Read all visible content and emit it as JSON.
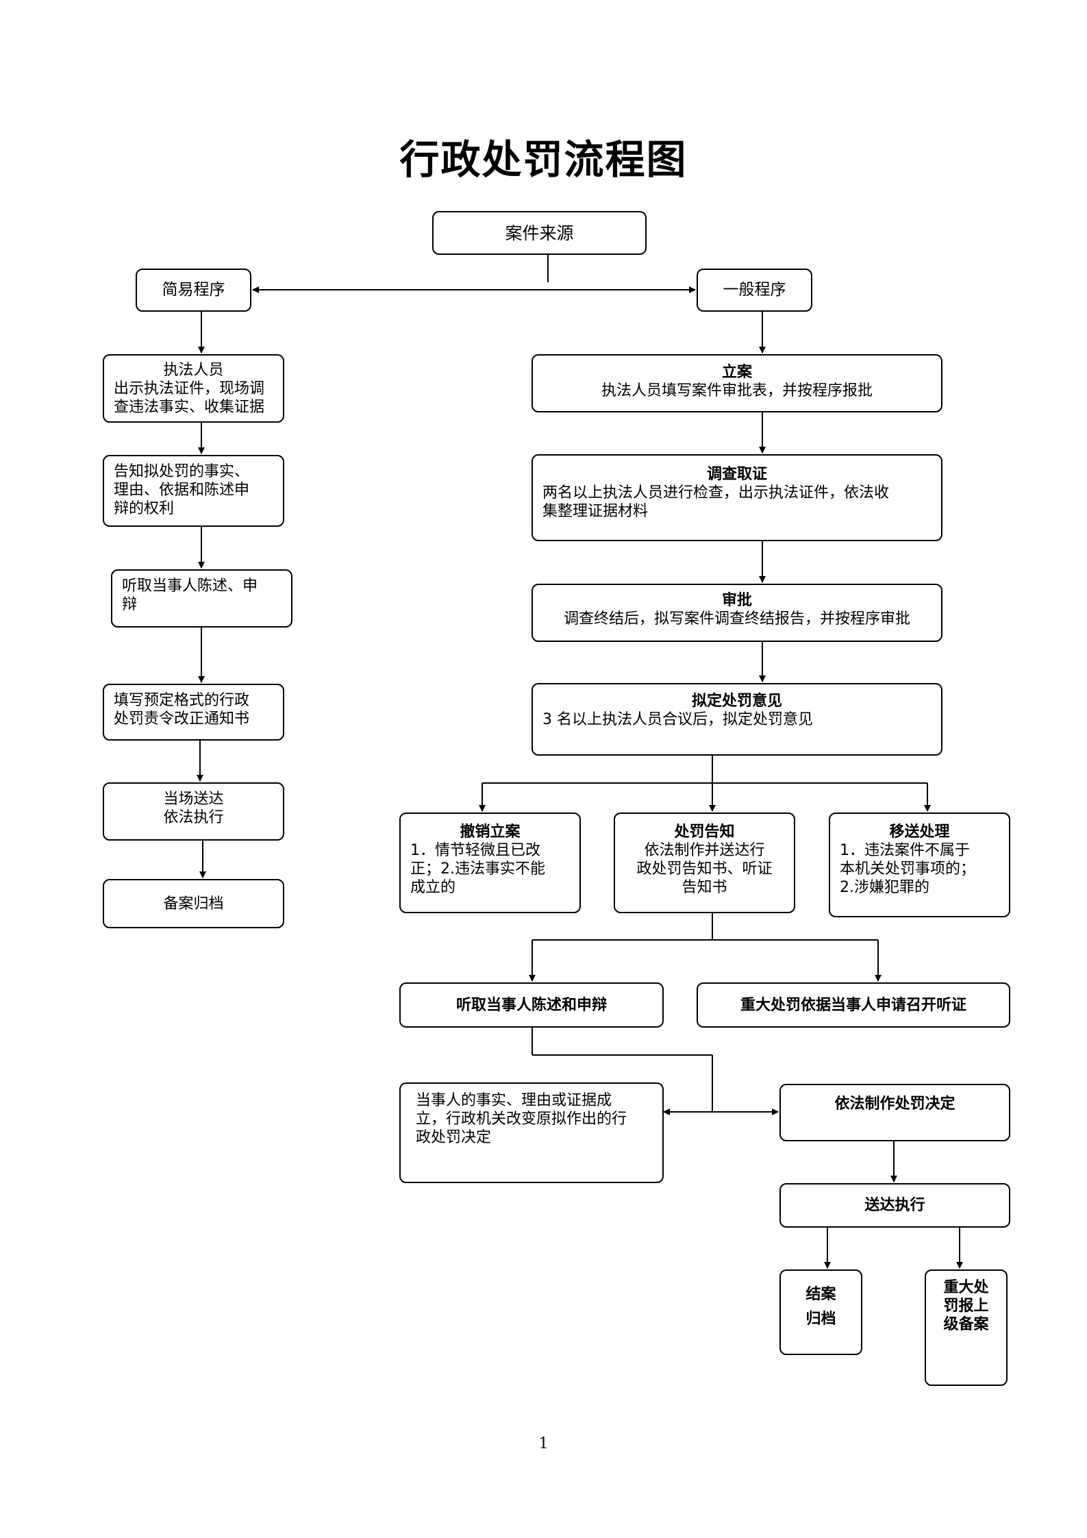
{
  "title": "行政处罚流程图",
  "page_number": "1",
  "nodes": {
    "source": "案件来源",
    "simple": "简易程序",
    "general": "一般程序",
    "s1": {
      "head": "执法人员",
      "line1": "出示执法证件，现场调",
      "line2": "查违法事实、收集证据"
    },
    "s2": {
      "line1": "告知拟处罚的事实、",
      "line2": "理由、依据和陈述申",
      "line3": "辩的权利"
    },
    "s3": {
      "line1": "听取当事人陈述、申",
      "line2": "辩"
    },
    "s4": {
      "line1": "填写预定格式的行政",
      "line2": "处罚责令改正通知书"
    },
    "s5": {
      "line1": "当场送达",
      "line2": "依法执行"
    },
    "s6": "备案归档",
    "g1": {
      "head": "立案",
      "body": "执法人员填写案件审批表，并按程序报批"
    },
    "g2": {
      "head": "调查取证",
      "line1": "两名以上执法人员进行检查，出示执法证件，依法收",
      "line2": "集整理证据材料"
    },
    "g3": {
      "head": "审批",
      "body": "调查终结后，拟写案件调查终结报告，并按程序审批"
    },
    "g4": {
      "head": "拟定处罚意见",
      "body": "3 名以上执法人员合议后，拟定处罚意见"
    },
    "b1": {
      "head": "撤销立案",
      "line1": "1．情节轻微且已改",
      "line2": "正；2.违法事实不能",
      "line3": "成立的"
    },
    "b2": {
      "head": "处罚告知",
      "line1": "依法制作并送达行",
      "line2": "政处罚告知书、听证",
      "line3": "告知书"
    },
    "b3": {
      "head": "移送处理",
      "line1": "1．违法案件不属于",
      "line2": "本机关处罚事项的；",
      "line3": "2.涉嫌犯罪的"
    },
    "h1": "听取当事人陈述和申辩",
    "h2": "重大处罚依据当事人申请召开听证",
    "r1": {
      "line1": "当事人的事实、理由或证据成",
      "line2": "立，行政机关改变原拟作出的行",
      "line3": "政处罚决定"
    },
    "d1": "依法制作处罚决定",
    "d2": "送达执行",
    "e1": {
      "line1": "结案",
      "line2": "归档"
    },
    "e2": {
      "line1": "重大处",
      "line2": "罚报上",
      "line3": "级备案"
    }
  }
}
